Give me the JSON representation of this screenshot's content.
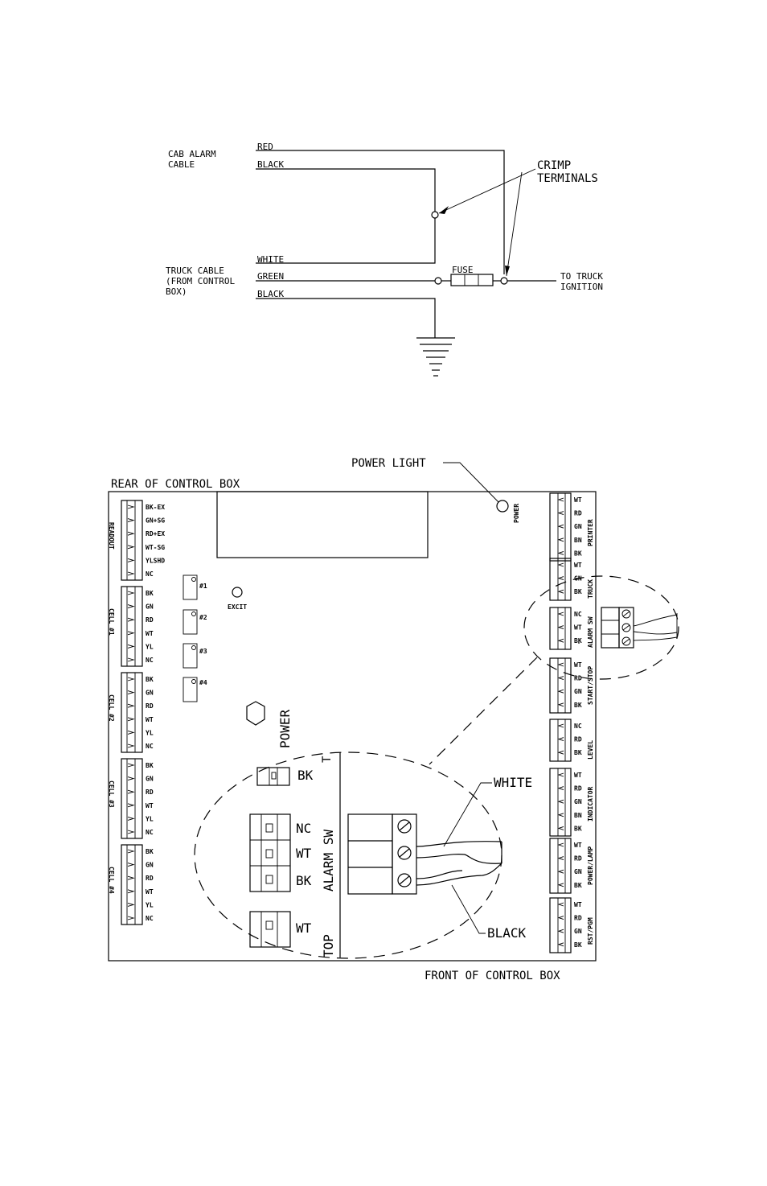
{
  "wiring": {
    "cab_alarm_cable": [
      "CAB ALARM",
      "CABLE"
    ],
    "truck_cable": [
      "TRUCK CABLE",
      "(FROM CONTROL",
      "BOX)"
    ],
    "wire_red": "RED",
    "wire_black_top": "BLACK",
    "wire_white": "WHITE",
    "wire_green": "GREEN",
    "wire_black_bottom": "BLACK",
    "fuse": "FUSE",
    "crimp": [
      "CRIMP",
      "TERMINALS"
    ],
    "to_truck": [
      "TO TRUCK",
      "IGNITION"
    ]
  },
  "box": {
    "power_light": "POWER LIGHT",
    "rear": "REAR OF CONTROL BOX",
    "front": "FRONT OF CONTROL BOX",
    "excit": "EXCIT",
    "power": "POWER",
    "power_small": "POWER",
    "jumpers": [
      "#1",
      "#2",
      "#3",
      "#4"
    ],
    "left_groups": [
      {
        "name": "READOUT",
        "pins": [
          "BK-EX",
          "GN+SG",
          "RD+EX",
          "WT-SG",
          "YLSHD",
          "NC"
        ]
      },
      {
        "name": "CELL #1",
        "pins": [
          "BK",
          "GN",
          "RD",
          "WT",
          "YL",
          "NC"
        ]
      },
      {
        "name": "CELL #2",
        "pins": [
          "BK",
          "GN",
          "RD",
          "WT",
          "YL",
          "NC"
        ]
      },
      {
        "name": "CELL #3",
        "pins": [
          "BK",
          "GN",
          "RD",
          "WT",
          "YL",
          "NC"
        ]
      },
      {
        "name": "CELL #4",
        "pins": [
          "BK",
          "GN",
          "RD",
          "WT",
          "YL",
          "NC"
        ]
      }
    ],
    "right_groups": [
      {
        "name": "PRINTER",
        "pins": [
          "WT",
          "RD",
          "GN",
          "BN",
          "BK"
        ]
      },
      {
        "name": "TRUCK",
        "pins": [
          "WT",
          "GN",
          "BK"
        ]
      },
      {
        "name": "ALARM SW",
        "pins": [
          "NC",
          "WT",
          "BK"
        ]
      },
      {
        "name": "START/STOP",
        "pins": [
          "WT",
          "RD",
          "GN",
          "BK"
        ]
      },
      {
        "name": "LEVEL",
        "pins": [
          "NC",
          "RD",
          "BK"
        ]
      },
      {
        "name": "INDICATOR",
        "pins": [
          "WT",
          "RD",
          "GN",
          "BN",
          "BK"
        ]
      },
      {
        "name": "POWER/LAMP",
        "pins": [
          "WT",
          "RD",
          "GN",
          "BK"
        ]
      },
      {
        "name": "RST/PGM",
        "pins": [
          "WT",
          "RD",
          "GN",
          "BK"
        ]
      }
    ],
    "zoom": {
      "t": "T",
      "bk_top": "BK",
      "nc": "NC",
      "wt": "WT",
      "bk": "BK",
      "alarm_sw": "ALARM SW",
      "wt_bottom": "WT",
      "top": "TOP",
      "white": "WHITE",
      "black": "BLACK"
    }
  }
}
